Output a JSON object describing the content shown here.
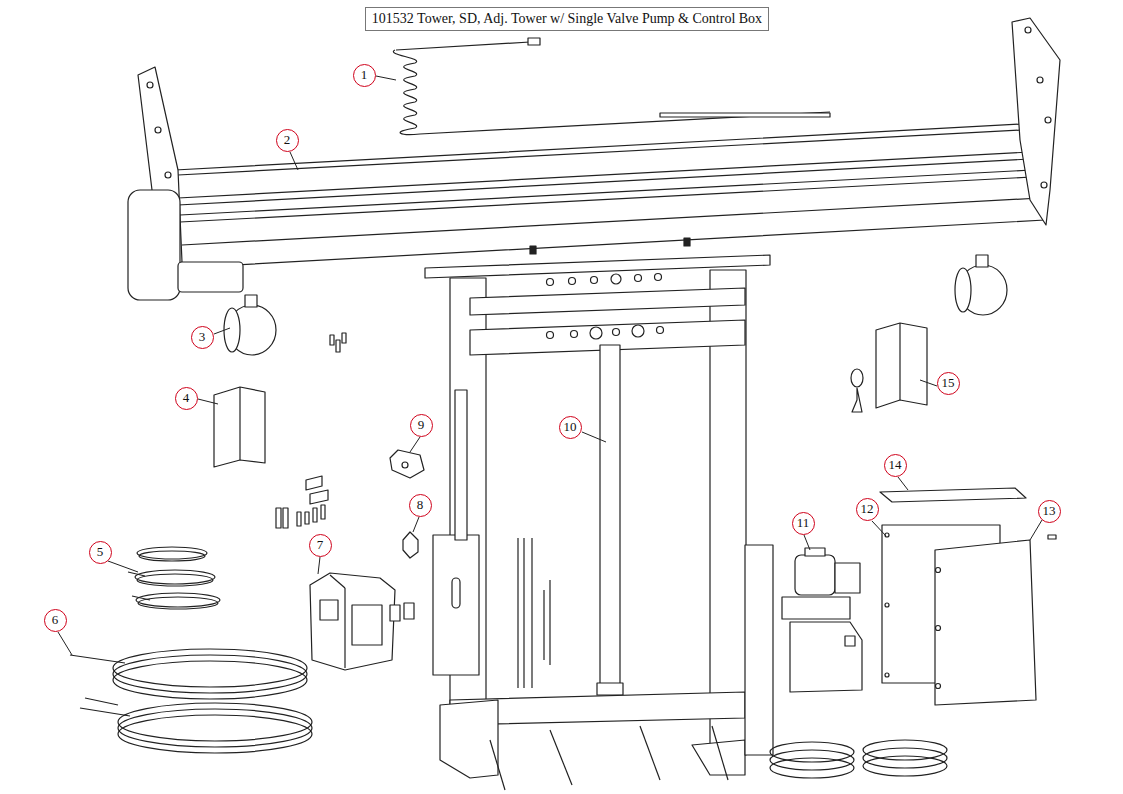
{
  "diagram": {
    "title": "101532 Tower, SD, Adj. Tower w/ Single Valve Pump & Control Box",
    "labels": [
      "1",
      "2",
      "3",
      "4",
      "5",
      "6",
      "7",
      "8",
      "9",
      "10",
      "11",
      "12",
      "13",
      "14",
      "15"
    ]
  }
}
